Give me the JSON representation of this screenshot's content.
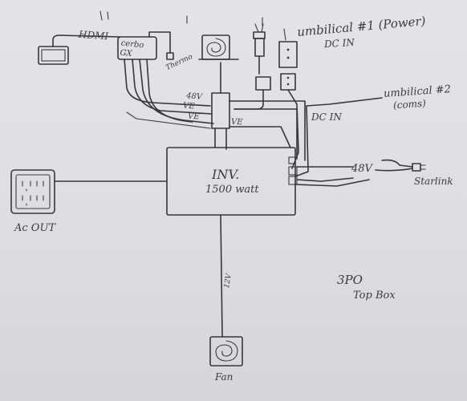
{
  "labels": {
    "hdmi": "HDMI",
    "cerbo": "cerbo\nGX",
    "thermo": "Thermo",
    "umbilical_1": "umbilical #1 (Power)",
    "dc_in_top": "DC IN",
    "umbilical_2": "umbilical #2",
    "comms": "(coms)",
    "v48_top": "48V",
    "ve_1": "VE",
    "ve_2": "VE",
    "ve_3": "VE",
    "dc_in_mid": "DC IN",
    "inverter_title": "INV.",
    "inverter_rating": "1500 watt",
    "v48_right": "48V",
    "starlink": "Starlink",
    "ac_out": "Ac OUT",
    "v12": "12V",
    "fan": "Fan",
    "box_name_1": "3PO",
    "box_name_2": "Top Box"
  },
  "icons": {
    "monitor": "monitor-icon",
    "cerbo": "cerbo-gx-box",
    "fan_top": "fan-icon",
    "fan_bottom": "fan-icon",
    "outlet": "ac-outlet-icon",
    "plug": "plug-icon",
    "starlink_plug": "starlink-plug-icon"
  },
  "colors": {
    "paper": "#dedee1",
    "ink": "#36363c"
  }
}
